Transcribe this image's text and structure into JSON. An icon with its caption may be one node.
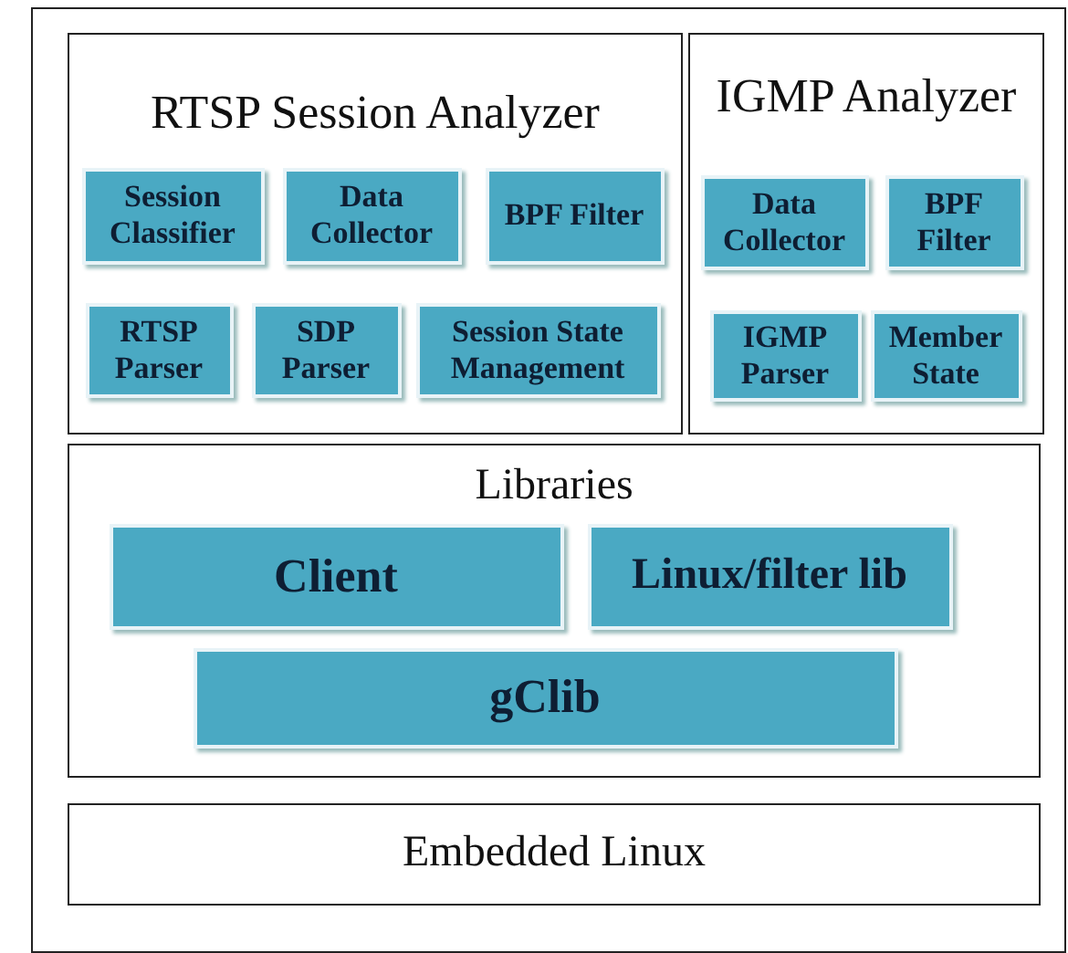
{
  "diagram": {
    "nodes": [
      {
        "text": [
          "RTSP Session Analyzer"
        ]
      },
      {
        "text": [
          "Session Classifier"
        ],
        "in": 0
      },
      {
        "text": [
          "Data Collector"
        ],
        "in": 0
      },
      {
        "text": [
          "BPF Filter"
        ],
        "in": 0
      },
      {
        "text": [
          "RTSP Parser"
        ],
        "in": 0
      },
      {
        "text": [
          "SDP Parser"
        ],
        "in": 0
      },
      {
        "text": [
          "Session State Management"
        ],
        "in": 0
      },
      {
        "text": [
          "IGMP Analyzer"
        ]
      },
      {
        "text": [
          "Data Collector"
        ],
        "in": 7
      },
      {
        "text": [
          "BPF Filter"
        ],
        "in": 7
      },
      {
        "text": [
          "IGMP Parser"
        ],
        "in": 7
      },
      {
        "text": [
          "Member State"
        ],
        "in": 7
      },
      {
        "text": [
          "Libraries"
        ]
      },
      {
        "text": [
          "Client"
        ],
        "in": 12
      },
      {
        "text": [
          "Linux/filter lib"
        ],
        "in": 12
      },
      {
        "text": [
          "gClib"
        ],
        "in": 12
      },
      {
        "text": [
          "Embedded Linux"
        ]
      }
    ],
    "edges": []
  }
}
